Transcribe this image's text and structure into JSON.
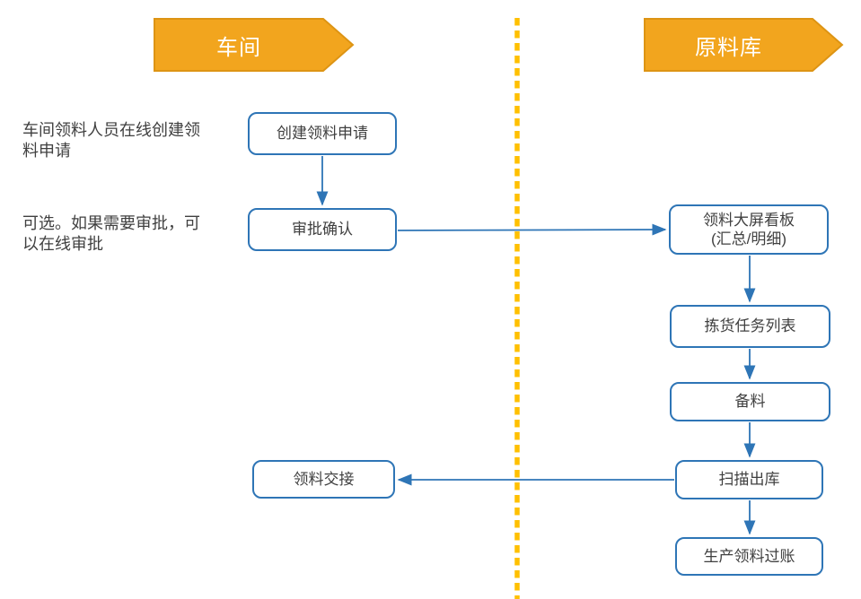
{
  "lanes": {
    "workshop": {
      "label": "车间"
    },
    "warehouse": {
      "label": "原料库"
    }
  },
  "notes": {
    "note1": "车间领料人员在线创建领\n料申请",
    "note2": "可选。如果需要审批，可\n以在线审批"
  },
  "nodes": {
    "create": {
      "label": "创建领料申请"
    },
    "approve": {
      "label": "审批确认"
    },
    "handover": {
      "label": "领料交接"
    },
    "dashboard": {
      "label": "领料大屏看板\n(汇总/明细)"
    },
    "picking": {
      "label": "拣货任务列表"
    },
    "prepare": {
      "label": "备料"
    },
    "scanout": {
      "label": "扫描出库"
    },
    "posting": {
      "label": "生产领料过账"
    }
  },
  "flows": [
    {
      "from": "创建领料申请",
      "to": "审批确认"
    },
    {
      "from": "审批确认",
      "to": "领料大屏看板(汇总/明细)"
    },
    {
      "from": "领料大屏看板(汇总/明细)",
      "to": "拣货任务列表"
    },
    {
      "from": "拣货任务列表",
      "to": "备料"
    },
    {
      "from": "备料",
      "to": "扫描出库"
    },
    {
      "from": "扫描出库",
      "to": "生产领料过账"
    },
    {
      "from": "扫描出库",
      "to": "领料交接"
    }
  ],
  "colors": {
    "lane_header_fill": "#F2A51E",
    "lane_header_border": "#DD9414",
    "node_border": "#2E75B6",
    "arrow": "#2E75B6",
    "divider": "#FFC000",
    "text": "#404040"
  }
}
